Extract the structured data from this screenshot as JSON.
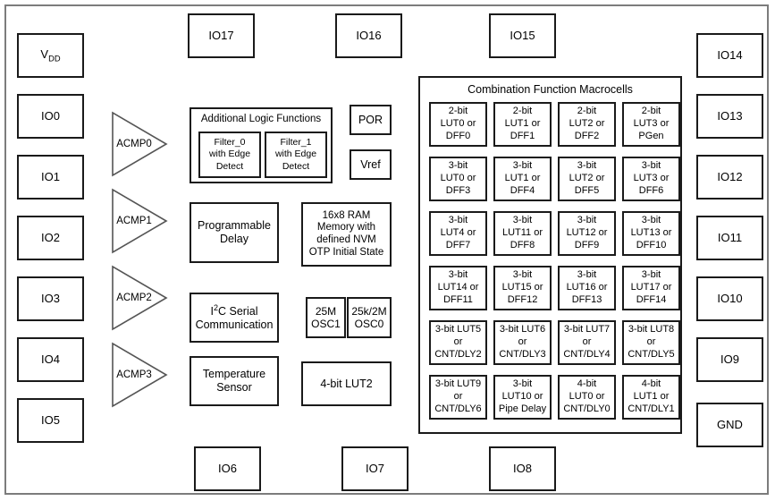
{
  "diagram": {
    "title": "Combination Function Macrocells",
    "colors": {
      "frame": "#7c7c7c",
      "box_border": "#1a1a1a",
      "background": "#ffffff",
      "text": "#000000"
    }
  },
  "pins": {
    "left": [
      {
        "label": "VDD",
        "sub": "DD",
        "base": "V"
      },
      {
        "label": "IO0"
      },
      {
        "label": "IO1"
      },
      {
        "label": "IO2"
      },
      {
        "label": "IO3"
      },
      {
        "label": "IO4"
      },
      {
        "label": "IO5"
      }
    ],
    "top": [
      {
        "label": "IO17"
      },
      {
        "label": "IO16"
      },
      {
        "label": "IO15"
      }
    ],
    "right": [
      {
        "label": "IO14"
      },
      {
        "label": "IO13"
      },
      {
        "label": "IO12"
      },
      {
        "label": "IO11"
      },
      {
        "label": "IO10"
      },
      {
        "label": "IO9"
      },
      {
        "label": "GND"
      }
    ],
    "bottom": [
      {
        "label": "IO6"
      },
      {
        "label": "IO7"
      },
      {
        "label": "IO8"
      }
    ]
  },
  "comparators": [
    {
      "label": "ACMP0"
    },
    {
      "label": "ACMP1"
    },
    {
      "label": "ACMP2"
    },
    {
      "label": "ACMP3"
    }
  ],
  "additional_logic": {
    "title": "Additional Logic Functions",
    "filters": [
      {
        "l1": "Filter_0",
        "l2": "with Edge",
        "l3": "Detect"
      },
      {
        "l1": "Filter_1",
        "l2": "with Edge",
        "l3": "Detect"
      }
    ]
  },
  "blocks": {
    "programmable_delay": {
      "l1": "Programmable",
      "l2": "Delay"
    },
    "i2c": {
      "l1": "I2C Serial",
      "l1_pre": "I",
      "l1_sup": "2",
      "l1_post": "C Serial",
      "l2": "Communication"
    },
    "temperature_sensor": {
      "l1": "Temperature",
      "l2": "Sensor"
    },
    "ram": {
      "l1": "16x8 RAM",
      "l2": "Memory with",
      "l3": "defined NVM",
      "l4": "OTP Initial State"
    },
    "por": {
      "label": "POR"
    },
    "vref": {
      "label": "Vref"
    },
    "osc1": {
      "l1": "25M",
      "l2": "OSC1"
    },
    "osc0": {
      "l1": "25k/2M",
      "l2": "OSC0"
    },
    "lut2_4bit": {
      "label": "4-bit LUT2"
    }
  },
  "macrocells": [
    {
      "l1": "2-bit",
      "l2": "LUT0 or",
      "l3": "DFF0"
    },
    {
      "l1": "2-bit",
      "l2": "LUT1 or",
      "l3": "DFF1"
    },
    {
      "l1": "2-bit",
      "l2": "LUT2 or",
      "l3": "DFF2"
    },
    {
      "l1": "2-bit",
      "l2": "LUT3 or",
      "l3": "PGen"
    },
    {
      "l1": "3-bit",
      "l2": "LUT0 or",
      "l3": "DFF3"
    },
    {
      "l1": "3-bit",
      "l2": "LUT1 or",
      "l3": "DFF4"
    },
    {
      "l1": "3-bit",
      "l2": "LUT2 or",
      "l3": "DFF5"
    },
    {
      "l1": "3-bit",
      "l2": "LUT3 or",
      "l3": "DFF6"
    },
    {
      "l1": "3-bit",
      "l2": "LUT4 or",
      "l3": "DFF7"
    },
    {
      "l1": "3-bit",
      "l2": "LUT11 or",
      "l3": "DFF8"
    },
    {
      "l1": "3-bit",
      "l2": "LUT12 or",
      "l3": "DFF9"
    },
    {
      "l1": "3-bit",
      "l2": "LUT13 or",
      "l3": "DFF10"
    },
    {
      "l1": "3-bit",
      "l2": "LUT14 or",
      "l3": "DFF11"
    },
    {
      "l1": "3-bit",
      "l2": "LUT15 or",
      "l3": "DFF12"
    },
    {
      "l1": "3-bit",
      "l2": "LUT16 or",
      "l3": "DFF13"
    },
    {
      "l1": "3-bit",
      "l2": "LUT17 or",
      "l3": "DFF14"
    },
    {
      "l1": "3-bit LUT5",
      "l2": "or",
      "l3": "CNT/DLY2"
    },
    {
      "l1": "3-bit LUT6",
      "l2": "or",
      "l3": "CNT/DLY3"
    },
    {
      "l1": "3-bit LUT7",
      "l2": "or",
      "l3": "CNT/DLY4"
    },
    {
      "l1": "3-bit LUT8",
      "l2": "or",
      "l3": "CNT/DLY5"
    },
    {
      "l1": "3-bit LUT9",
      "l2": "or",
      "l3": "CNT/DLY6"
    },
    {
      "l1": "3-bit",
      "l2": "LUT10 or",
      "l3": "Pipe Delay"
    },
    {
      "l1": "4-bit",
      "l2": "LUT0 or",
      "l3": "CNT/DLY0"
    },
    {
      "l1": "4-bit",
      "l2": "LUT1 or",
      "l3": "CNT/DLY1"
    }
  ]
}
